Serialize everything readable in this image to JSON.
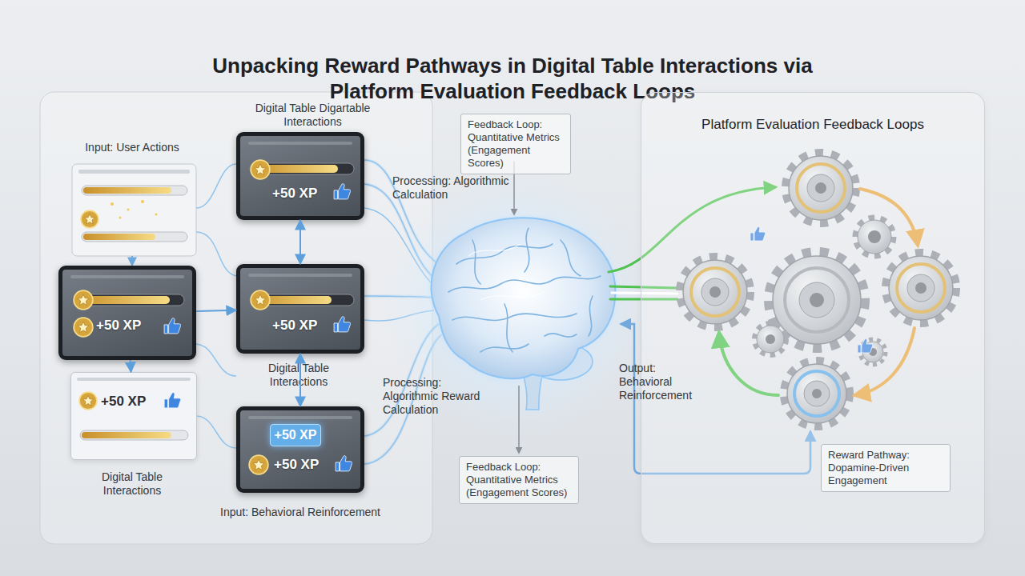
{
  "diagram": {
    "title": "Unpacking Reward Pathways in Digital Table Interactions via Platform Evaluation Feedback Loops",
    "nodes": [
      {
        "text": [
          "+50 XP"
        ]
      },
      {
        "text": [
          "+50 XP"
        ]
      },
      {
        "text": [
          "+50 XP"
        ]
      },
      {
        "text": [
          "+50 XP"
        ]
      },
      {
        "text": [
          "+50 XP"
        ]
      },
      {
        "text": [
          "+50 XP"
        ],
        "in": 4
      },
      {
        "text": [
          "Feedback Loop: Quantitative Metrics (Engagement Scores)"
        ]
      },
      {
        "text": [
          "Feedback Loop: Quantitative Metrics (Engagement Scores)"
        ]
      },
      {
        "text": [
          "Platform Evaluation Feedback Loops"
        ]
      },
      {
        "text": [
          "Reward Pathway: Dopamine-Driven Engagement"
        ],
        "in": 8
      }
    ],
    "edges": [
      {
        "from": 1,
        "to": 3,
        "arrow": "to"
      },
      {
        "from": 1,
        "to": 2,
        "arrow": "to"
      },
      {
        "from": 0,
        "to": 2,
        "arrow": "both"
      },
      {
        "from": 2,
        "to": 4,
        "arrow": "both"
      }
    ],
    "labels": [
      "Input: User Actions",
      "Digital Table Digartable Interactions",
      "Processing: Algorithmic Calculation",
      "Digital Table Interactions",
      "Processing: Algorithmic Reward Calculation",
      "Output: Behavioral Reinforcement",
      "Digital Table Interactions",
      "Input: Behavioral Reinforcement"
    ]
  }
}
